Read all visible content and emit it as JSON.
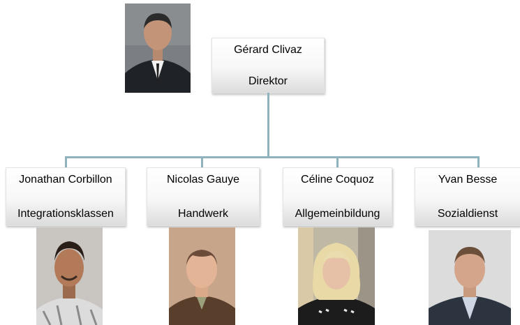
{
  "director": {
    "name": "Gérard Clivaz",
    "role": "Direktor",
    "photo": "director-portrait"
  },
  "staff": [
    {
      "name": "Jonathan Corbillon",
      "role": "Integrationsklassen",
      "photo": "staff-portrait"
    },
    {
      "name": "Nicolas Gauye",
      "role": "Handwerk",
      "photo": "staff-portrait"
    },
    {
      "name": "Céline Coquoz",
      "role": "Allgemeinbildung",
      "photo": "staff-portrait"
    },
    {
      "name": "Yvan Besse",
      "role": "Sozialdienst",
      "photo": "staff-portrait"
    }
  ],
  "colors": {
    "connector": "#8fb3bd",
    "box_bottom": "#dcdcdc"
  }
}
